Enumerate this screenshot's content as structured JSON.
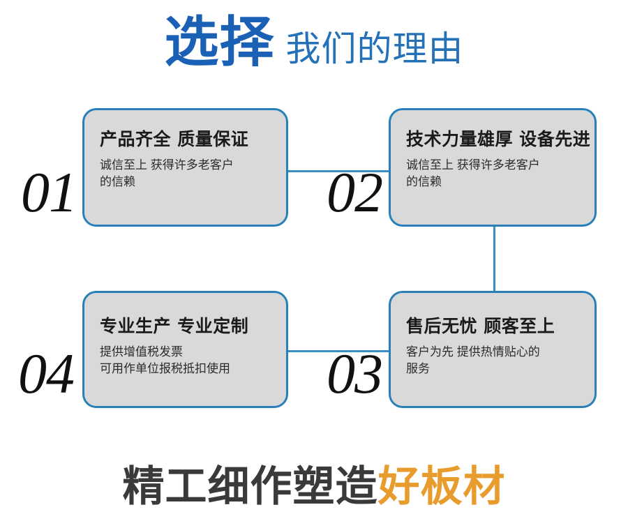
{
  "header": {
    "emphasis": "选择",
    "rest": "我们的理由",
    "emphasis_color": "#1a60b5",
    "rest_color": "#2471b8"
  },
  "cards": [
    {
      "ordinal": "01",
      "title": "产品齐全 质量保证",
      "body_lines": [
        "诚信至上 获得许多老客户",
        "的信赖"
      ]
    },
    {
      "ordinal": "02",
      "title": "技术力量雄厚 设备先进",
      "body_lines": [
        "诚信至上 获得许多老客户",
        "的信赖"
      ]
    },
    {
      "ordinal": "03",
      "title": "售后无忧 顾客至上",
      "body_lines": [
        "客户为先 提供热情贴心的",
        "服务"
      ]
    },
    {
      "ordinal": "04",
      "title": "专业生产 专业定制",
      "body_lines": [
        "提供增值税发票",
        "可用作单位报税抵扣使用"
      ]
    }
  ],
  "footer": {
    "dark_text": "精工细作塑造",
    "accent_text": "好板材",
    "dark_color": "#3a3a3a",
    "accent_color": "#e89c2d"
  },
  "style": {
    "card_fill": "#d9d9d9",
    "card_border": "#2980b9",
    "connector_color": "#3b8ec4",
    "background": "#ffffff"
  }
}
